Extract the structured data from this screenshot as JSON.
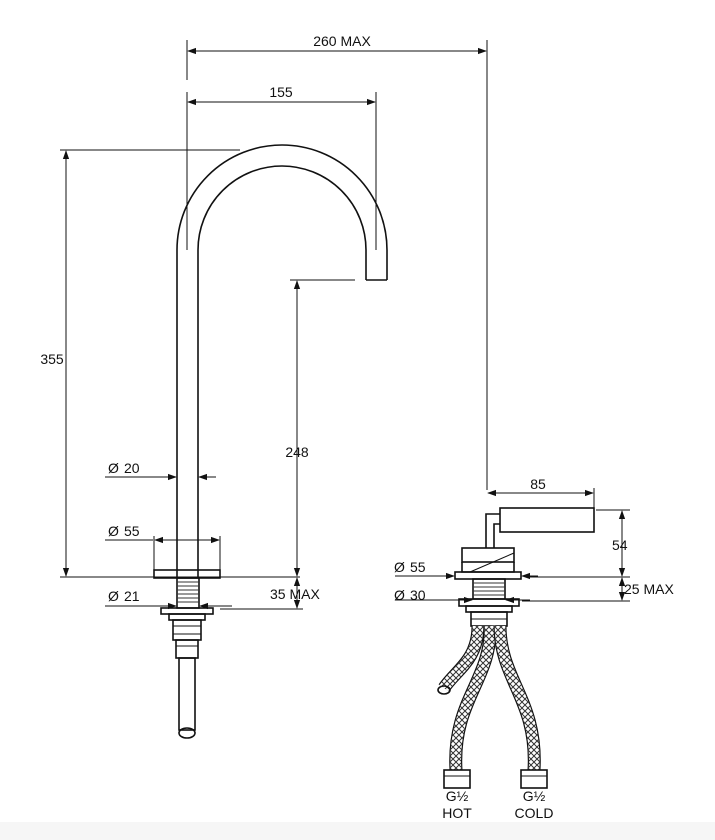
{
  "dimensions": {
    "overall_width": "260 MAX",
    "spout_reach": "155",
    "height": "355",
    "outlet_height": "248",
    "spout_diameter": "20",
    "base_diameter_spout": "55",
    "thread_diameter_spout": "21",
    "deck_thickness_spout": "35 MAX",
    "handle_length": "85",
    "handle_height": "54",
    "base_diameter_mixer": "55",
    "thread_diameter_mixer": "30",
    "deck_thickness_mixer": "25 MAX"
  },
  "symbols": {
    "diameter": "Ø"
  },
  "connections": {
    "hot": {
      "thread": "G½",
      "label": "HOT"
    },
    "cold": {
      "thread": "G½",
      "label": "COLD"
    }
  }
}
